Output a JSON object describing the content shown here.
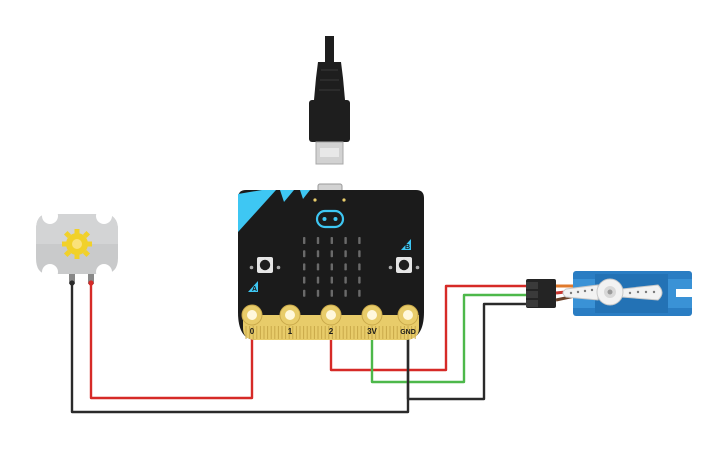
{
  "microbit": {
    "pins": [
      {
        "id": "0",
        "label": "0"
      },
      {
        "id": "1",
        "label": "1"
      },
      {
        "id": "2",
        "label": "2"
      },
      {
        "id": "3v",
        "label": "3V"
      },
      {
        "id": "gnd",
        "label": "GND"
      }
    ],
    "button_a_label": "A",
    "button_b_label": "B",
    "led_matrix": {
      "rows": 5,
      "cols": 5
    }
  },
  "colors": {
    "board": "#1b1b1b",
    "accent": "#3ec7f3",
    "gold": "#e8cc6a",
    "wire_red": "#d62a27",
    "wire_black": "#2a2a2a",
    "wire_green": "#4db84a",
    "servo_blue": "#2a7dc3",
    "motor_body": "#c9cacb"
  },
  "components": {
    "dc_motor": "dc-motor",
    "usb_cable": "usb-cable",
    "servo": "servo-motor"
  }
}
